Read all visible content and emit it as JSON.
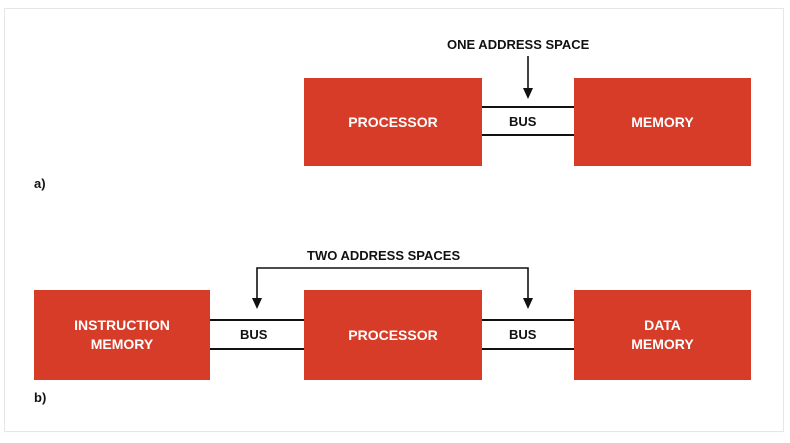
{
  "diagram_a": {
    "annotation": "ONE ADDRESS SPACE",
    "processor": "PROCESSOR",
    "bus": "BUS",
    "memory": "MEMORY",
    "tag": "a)"
  },
  "diagram_b": {
    "annotation": "TWO ADDRESS SPACES",
    "instruction_memory": "INSTRUCTION\nMEMORY",
    "bus_left": "BUS",
    "processor": "PROCESSOR",
    "bus_right": "BUS",
    "data_memory": "DATA\nMEMORY",
    "tag": "b)"
  },
  "colors": {
    "box": "#d63c28",
    "line": "#111111"
  }
}
